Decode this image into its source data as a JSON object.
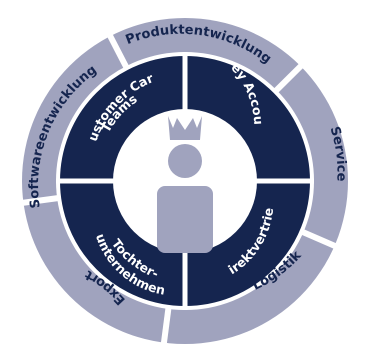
{
  "diagram": {
    "colors": {
      "outer_ring": "#a0a3be",
      "inner_ring": "#15254f",
      "center_fill": "#ffffff",
      "person_icon": "#a0a3be",
      "outer_text": "#15254f",
      "inner_text": "#ffffff"
    },
    "center_icon": "person-with-crown-icon",
    "outer_segments": [
      {
        "label": "Produktentwicklung"
      },
      {
        "label": "Service"
      },
      {
        "label": "Logistik"
      },
      {
        "label": "Export"
      },
      {
        "label": "Softwareentwicklung"
      }
    ],
    "inner_segments": [
      {
        "label": "Key Account"
      },
      {
        "label": "Direktvertrieb"
      },
      {
        "label_line1": "Tochter-",
        "label_line2": "unternehmen"
      },
      {
        "label_line1": "Customer Care",
        "label_line2": "Teams"
      }
    ]
  }
}
